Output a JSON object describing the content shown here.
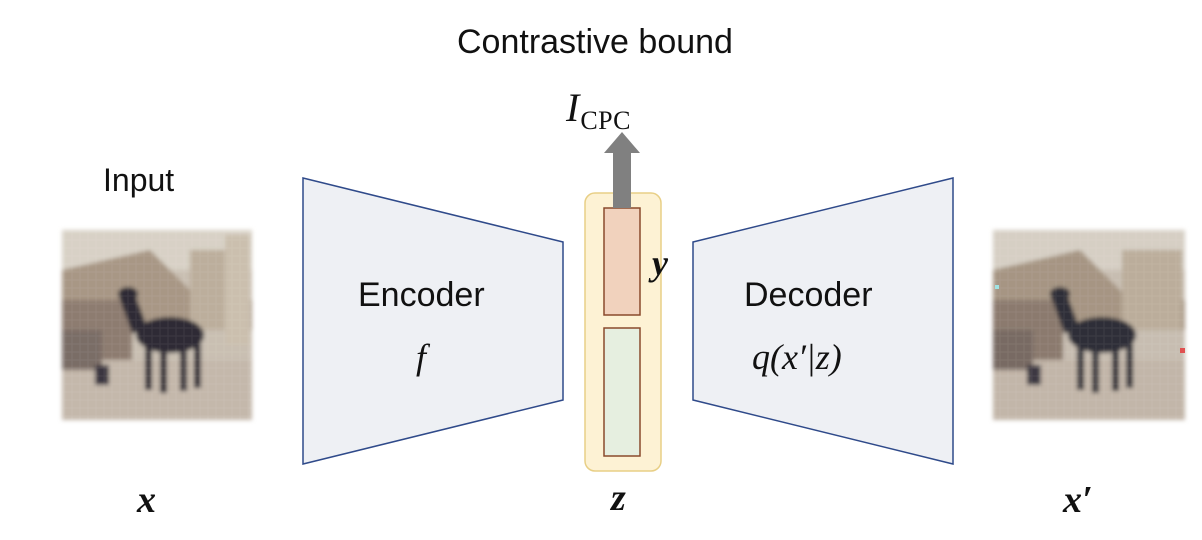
{
  "title": "Contrastive bound",
  "cpc_label": {
    "main": "I",
    "sub": "CPC"
  },
  "input_label": "Input",
  "encoder": {
    "label": "Encoder",
    "symbol": "f"
  },
  "decoder": {
    "label": "Decoder",
    "symbol": "q(x′|z)"
  },
  "latent": {
    "top_label": "y",
    "bottom_label": "z"
  },
  "input_var": "x",
  "output_var": "x′",
  "colors": {
    "trapezoid_fill": "#eef0f4",
    "trapezoid_stroke": "#2f4a8a",
    "latent_bg": "#fdf2d4",
    "latent_border": "#e8cf86",
    "y_block": "#f1d2bd",
    "z_block": "#e6efe0",
    "block_stroke": "#8a4a2c",
    "arrow": "#808080"
  },
  "icons": [
    "horse-image-input",
    "horse-image-reconstruction",
    "up-arrow"
  ]
}
